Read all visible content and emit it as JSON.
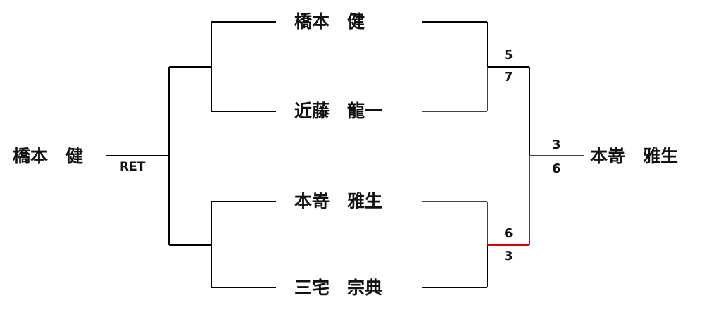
{
  "bracket": {
    "colors": {
      "line": "#000000",
      "winner_path": "#e00000"
    },
    "left": {
      "champion": "橋本　健",
      "note": "RET"
    },
    "center": {
      "players": [
        "橋本　健",
        "近藤　龍一",
        "本嵜　雅生",
        "三宅　宗典"
      ]
    },
    "right": {
      "champion": "本嵜　雅生",
      "semi_scores": [
        {
          "top": "5",
          "bottom": "7"
        },
        {
          "top": "6",
          "bottom": "3"
        }
      ],
      "final_scores": {
        "top": "3",
        "bottom": "6"
      }
    }
  }
}
